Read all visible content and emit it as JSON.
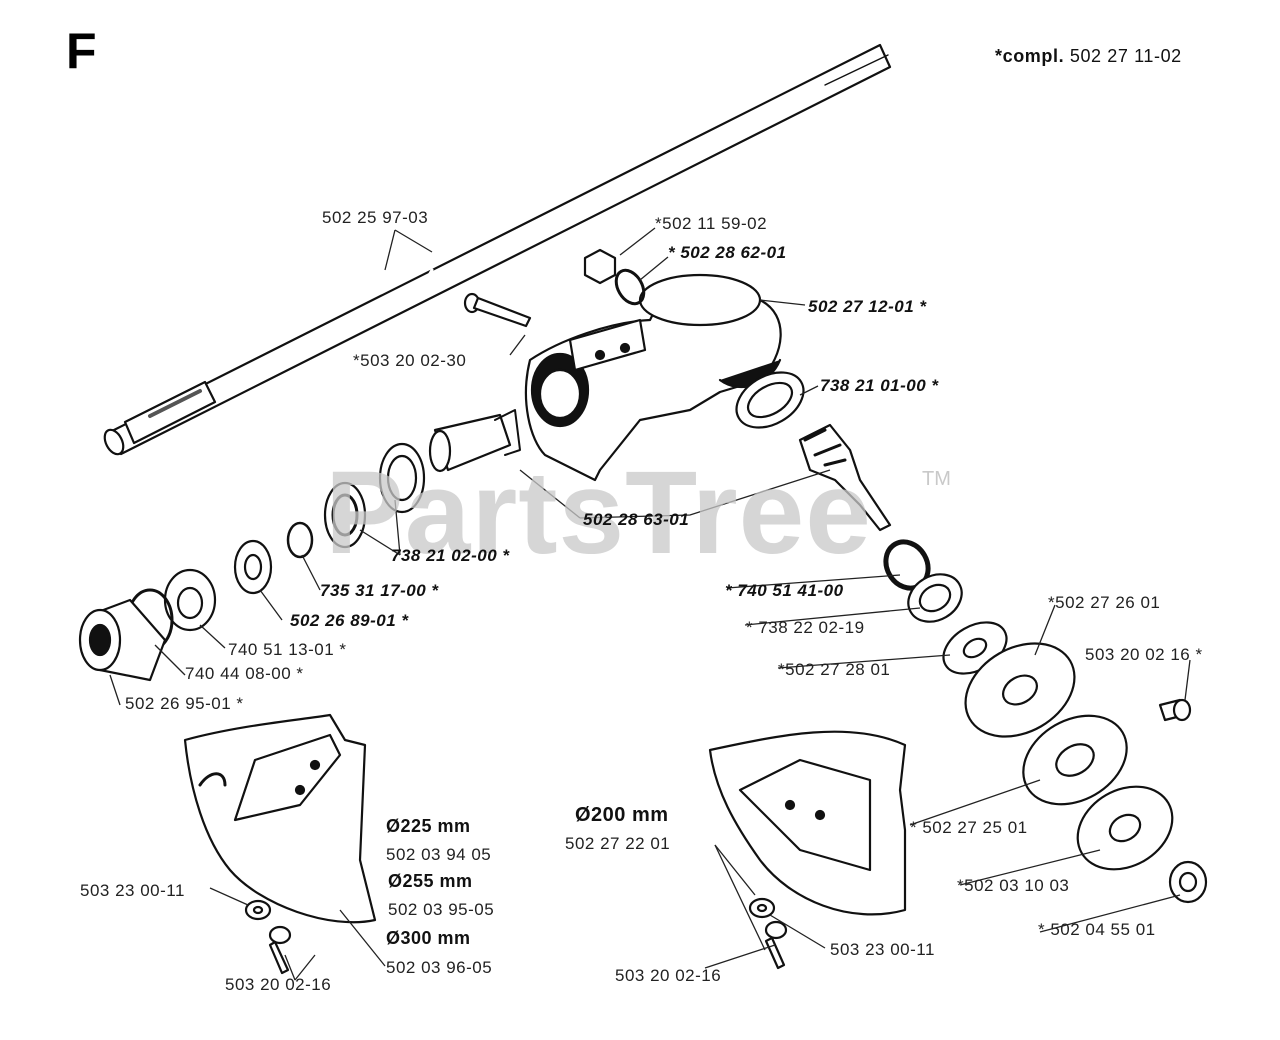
{
  "section_letter": "F",
  "compl_note": {
    "prefix": "*compl.",
    "number": "502 27 11-02"
  },
  "watermark": {
    "text": "PartsTree",
    "tm": "TM"
  },
  "labels": [
    {
      "id": "shaft",
      "text": "502 25 97-03"
    },
    {
      "id": "plug",
      "text": "*502 11 59-02"
    },
    {
      "id": "oring",
      "text": "* 502 28 62-01"
    },
    {
      "id": "housing",
      "text": "502 27 12-01  *"
    },
    {
      "id": "screw",
      "text": "*503 20 02-30"
    },
    {
      "id": "bearing-a",
      "text": "738 21 01-00  *"
    },
    {
      "id": "gear-shaft",
      "text": "502 28 63-01"
    },
    {
      "id": "bearing-b",
      "text": "738 21 02-00  *"
    },
    {
      "id": "circlip",
      "text": "735 31 17-00  *"
    },
    {
      "id": "spacer",
      "text": "502 26 89-01  *"
    },
    {
      "id": "seal-a",
      "text": "740 51 13-01  *"
    },
    {
      "id": "oring-b",
      "text": "740 44 08-00  *"
    },
    {
      "id": "sleeve",
      "text": "502 26 95-01  *"
    },
    {
      "id": "circlip-b",
      "text": "* 740 51 41-00"
    },
    {
      "id": "bearing-c",
      "text": "* 738 22 02-19"
    },
    {
      "id": "washer",
      "text": "*502 27 28 01"
    },
    {
      "id": "flange",
      "text": "*502 27 26 01"
    },
    {
      "id": "bolt-r",
      "text": "503 20 02 16  *"
    },
    {
      "id": "support-cup",
      "text": "* 502 27 25 01"
    },
    {
      "id": "disc",
      "text": "*502 03 10 03"
    },
    {
      "id": "nut",
      "text": "* 502 04 55 01"
    },
    {
      "id": "dia-225",
      "text": "Ø225 mm"
    },
    {
      "id": "guard-225",
      "text": "502 03 94 05"
    },
    {
      "id": "dia-255",
      "text": "Ø255 mm"
    },
    {
      "id": "guard-255",
      "text": "502 03 95-05"
    },
    {
      "id": "dia-300",
      "text": "Ø300 mm"
    },
    {
      "id": "guard-300",
      "text": "502 03 96-05"
    },
    {
      "id": "washer-l",
      "text": "503 23 00-11"
    },
    {
      "id": "bolt-l",
      "text": "503 20 02-16"
    },
    {
      "id": "dia-200",
      "text": "Ø200 mm"
    },
    {
      "id": "guard-200",
      "text": "502 27 22 01"
    },
    {
      "id": "washer-r",
      "text": "503 23 00-11"
    },
    {
      "id": "bolt-r2",
      "text": "503 20 02-16"
    }
  ]
}
